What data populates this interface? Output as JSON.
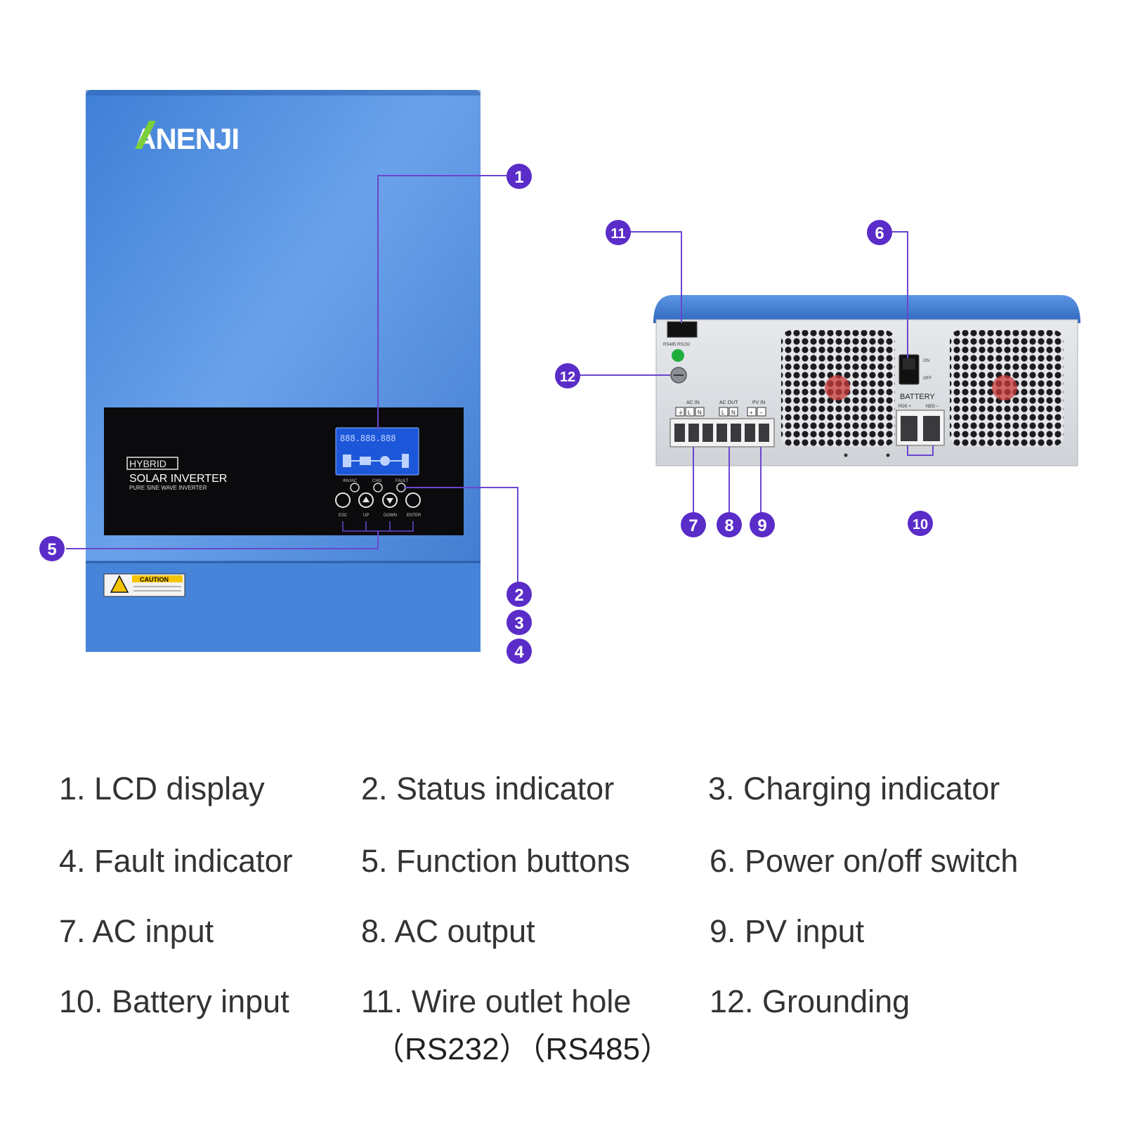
{
  "colors": {
    "background": "#ffffff",
    "device_blue": "#4a86d8",
    "callout_purple": "#5a2cc8",
    "legend_text": "#333333"
  },
  "front_unit": {
    "brand": "ANENJI",
    "panel_badge": "HYBRID",
    "panel_title": "SOLAR INVERTER",
    "panel_subtitle": "PURE SINE WAVE INVERTER",
    "lcd_readout": "888.888.888",
    "indicator_labels": [
      "INV/AC",
      "CHG",
      "FAULT"
    ],
    "button_labels": [
      "ESC",
      "UP",
      "DOWN",
      "ENTER"
    ],
    "caution_label": "CAUTION"
  },
  "rear_unit": {
    "comm_port_label": "RS485 RS232",
    "ac_in_label": "AC IN",
    "ac_out_label": "AC OUT",
    "pv_in_label": "PV IN",
    "battery_label": "BATTERY",
    "battery_pos": "POS +",
    "battery_neg": "NEG −",
    "switch_on": "ON",
    "switch_off": "OFF",
    "terminal_marks": [
      "L",
      "N",
      "L",
      "N",
      "+",
      "−"
    ]
  },
  "callouts": [
    "1",
    "2",
    "3",
    "4",
    "5",
    "6",
    "7",
    "8",
    "9",
    "10",
    "11",
    "12"
  ],
  "legend": [
    "1. LCD display",
    "2. Status indicator",
    "3. Charging indicator",
    "4. Fault indicator",
    "5. Function buttons",
    "6. Power on/off switch",
    "7. AC input",
    "8. AC output",
    "9. PV input",
    "10. Battery input",
    "11. Wire outlet hole",
    "12. Grounding"
  ],
  "legend_sub": "（RS232）（RS485）"
}
